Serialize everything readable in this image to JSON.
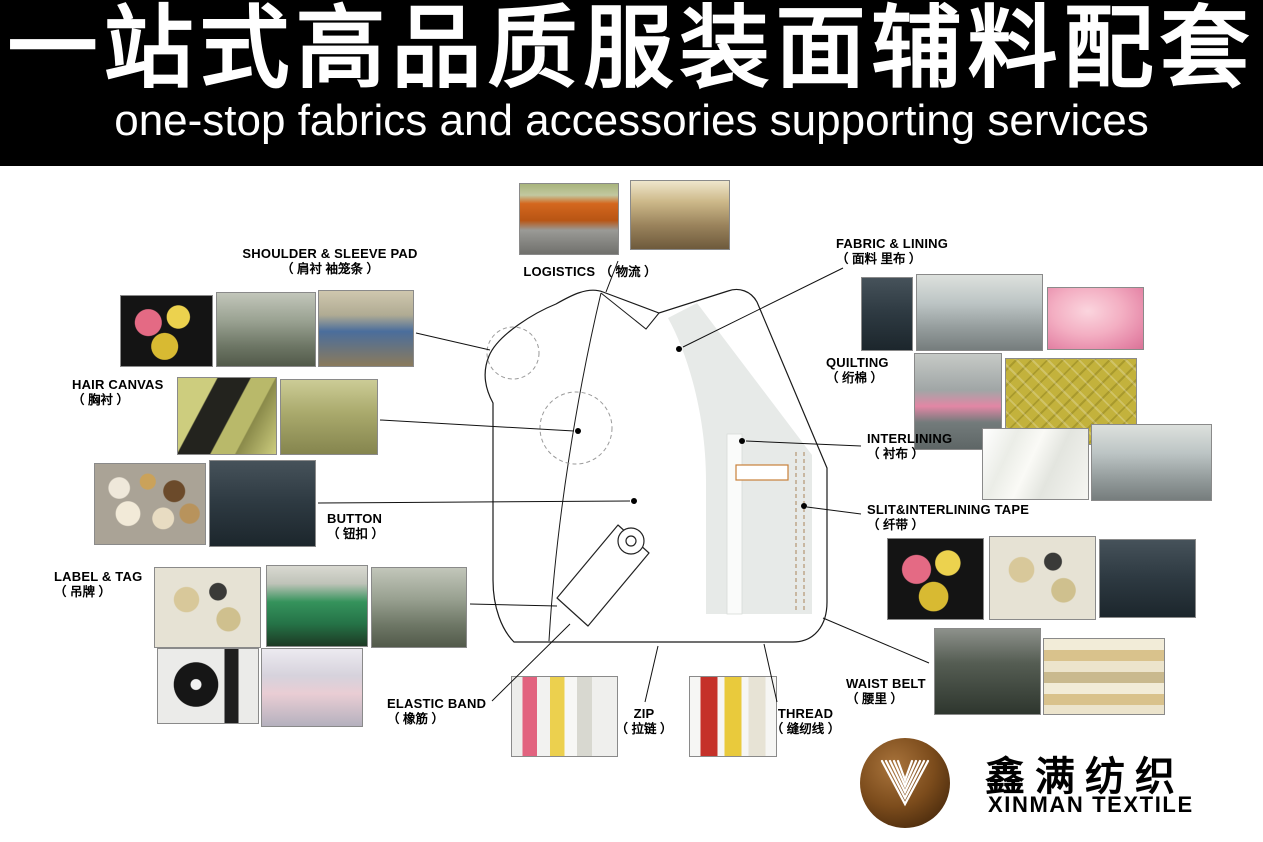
{
  "header": {
    "title_cn": "一站式高品质服装面辅料配套",
    "subtitle_en": "one-stop fabrics and accessories supporting services"
  },
  "labels": {
    "shoulder_pad": {
      "en": "SHOULDER & SLEEVE PAD",
      "cn": "（ 肩衬  袖笼条 ）"
    },
    "logistics": {
      "en": "LOGISTICS",
      "cn": "（ 物流 ）"
    },
    "fabric_lining": {
      "en": "FABRIC & LINING",
      "cn": "（ 面料  里布 ）"
    },
    "hair_canvas": {
      "en": "HAIR CANVAS",
      "cn": "（ 胸衬 ）"
    },
    "quilting": {
      "en": "QUILTING",
      "cn": "（ 绗棉 ）"
    },
    "interlining": {
      "en": "INTERLINING",
      "cn": "（ 衬布 ）"
    },
    "button": {
      "en": "BUTTON",
      "cn": "（ 钮扣 ）"
    },
    "slit_tape": {
      "en": "SLIT&INTERLINING TAPE",
      "cn": "（ 纤带 ）"
    },
    "label_tag": {
      "en": "LABEL & TAG",
      "cn": "（ 吊牌 ）"
    },
    "elastic_band": {
      "en": "ELASTIC BAND",
      "cn": "（ 橡筋 ）"
    },
    "zip": {
      "en": "ZIP",
      "cn": "（ 拉链 ）"
    },
    "thread": {
      "en": "THREAD",
      "cn": "（ 缝纫线 ）"
    },
    "waist_belt": {
      "en": "WAIST BELT",
      "cn": "（ 腰里 ）"
    }
  },
  "logo": {
    "name_cn": "鑫满纺织",
    "name_en": "XINMAN TEXTILE"
  },
  "colors": {
    "header_bg": "#000000",
    "header_text": "#ffffff",
    "logo_brown": "#7c4c1c",
    "pocket_outline": "#c8803a"
  }
}
